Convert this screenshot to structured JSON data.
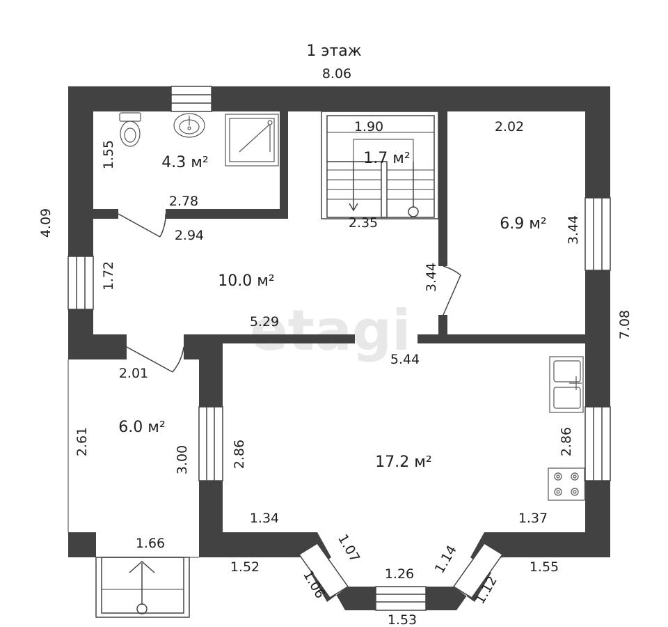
{
  "plan": {
    "floor_title": "1 этаж",
    "watermark": "etagi",
    "overall": {
      "width": "8.06",
      "left_height": "4.09",
      "right_height": "7.08"
    },
    "rooms": {
      "bathroom": {
        "area": "4.3 м²",
        "width": "2.78",
        "height": "1.55"
      },
      "stair": {
        "area": "1.7 м²",
        "top": "1.90",
        "bottom": "2.35"
      },
      "bedroom": {
        "area": "6.9 м²",
        "width": "2.02",
        "height": "3.44"
      },
      "hall": {
        "area": "10.0 м²",
        "top": "2.94",
        "bottom": "5.29",
        "left": "1.72",
        "right": "3.44"
      },
      "porch": {
        "area": "6.0 м²",
        "top": "2.01",
        "left": "2.61",
        "right": "3.00",
        "bottom": "1.66"
      },
      "living": {
        "area": "17.2 м²",
        "top": "5.44",
        "left": "2.86",
        "right": "2.86",
        "bottom_left": "1.34",
        "bottom_right": "1.37"
      },
      "bay": {
        "a": "1.52",
        "b": "1.06",
        "c": "1.07",
        "d": "1.26",
        "e": "1.53",
        "f": "1.14",
        "g": "1.12",
        "h": "1.55"
      }
    }
  }
}
